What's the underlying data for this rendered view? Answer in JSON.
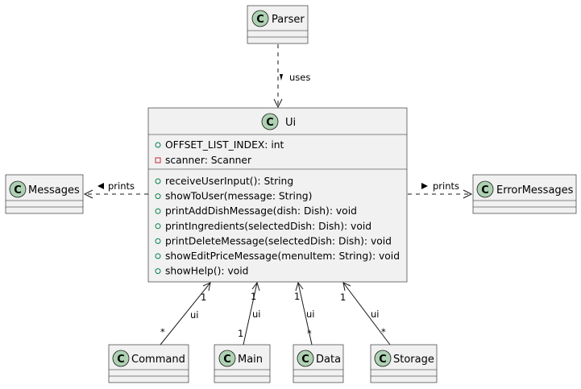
{
  "classes": {
    "parser": {
      "name": "Parser"
    },
    "ui": {
      "name": "Ui"
    },
    "messages": {
      "name": "Messages"
    },
    "error_messages": {
      "name": "ErrorMessages"
    },
    "command": {
      "name": "Command"
    },
    "main": {
      "name": "Main"
    },
    "data": {
      "name": "Data"
    },
    "storage": {
      "name": "Storage"
    }
  },
  "badge_letter": "C",
  "ui_fields": [
    {
      "visibility": "public",
      "text": "OFFSET_LIST_INDEX: int"
    },
    {
      "visibility": "private",
      "text": "scanner: Scanner"
    }
  ],
  "ui_methods": [
    {
      "visibility": "public",
      "text": "receiveUserInput(): String"
    },
    {
      "visibility": "public",
      "text": "showToUser(message: String)"
    },
    {
      "visibility": "public",
      "text": "printAddDishMessage(dish: Dish): void"
    },
    {
      "visibility": "public",
      "text": "printIngredients(selectedDish: Dish): void"
    },
    {
      "visibility": "public",
      "text": "printDeleteMessage(selectedDish: Dish): void"
    },
    {
      "visibility": "public",
      "text": "showEditPriceMessage(menuItem: String): void"
    },
    {
      "visibility": "public",
      "text": "showHelp(): void"
    }
  ],
  "relations": {
    "parser_ui": {
      "label": "uses"
    },
    "ui_messages": {
      "label": "prints"
    },
    "ui_error_messages": {
      "label": "prints"
    },
    "command_ui": {
      "label": "ui",
      "mult_ui": "1",
      "mult_other": "*"
    },
    "main_ui": {
      "label": "ui",
      "mult_ui": "1",
      "mult_other": "1"
    },
    "data_ui": {
      "label": "ui",
      "mult_ui": "1",
      "mult_other": "*"
    },
    "storage_ui": {
      "label": "ui",
      "mult_ui": "1",
      "mult_other": "*"
    }
  },
  "colors": {
    "class_fill": "#f1f1f1",
    "badge_fill": "#add1b2",
    "border": "#181818",
    "public_marker": "#038048",
    "private_marker": "#c82930"
  }
}
